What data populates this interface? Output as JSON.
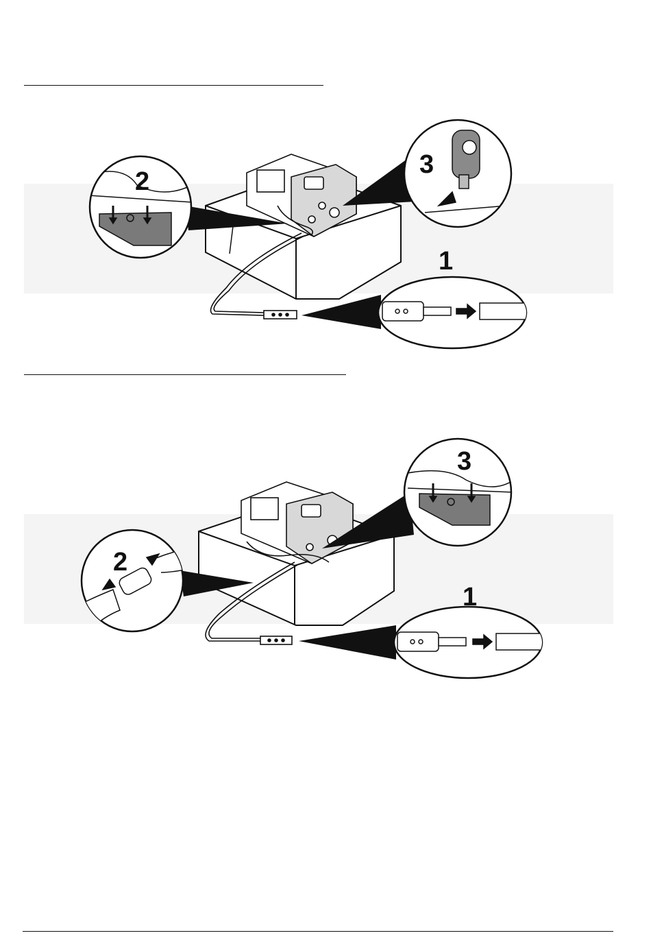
{
  "figure1": {
    "callouts": [
      {
        "id": "step-1",
        "label": "1"
      },
      {
        "id": "step-2",
        "label": "2"
      },
      {
        "id": "step-3",
        "label": "3"
      }
    ]
  },
  "figure2": {
    "callouts": [
      {
        "id": "step-1",
        "label": "1"
      },
      {
        "id": "step-2",
        "label": "2"
      },
      {
        "id": "step-3",
        "label": "3"
      }
    ]
  }
}
